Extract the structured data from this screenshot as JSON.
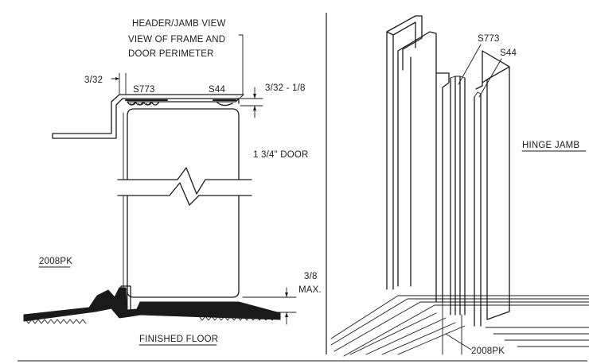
{
  "left_view": {
    "title_line1": "HEADER/JAMB VIEW",
    "title_line2": "VIEW OF FRAME AND",
    "title_line3": "DOOR PERIMETER",
    "gap_label": "3/32",
    "seal_label_1": "S773",
    "seal_label_2": "S44",
    "seal_gap_label": "3/32 - 1/8",
    "door_label": "1 3/4\" DOOR",
    "threshold_label": "2008PK",
    "bottom_gap_line1": "3/8",
    "bottom_gap_line2": "MAX.",
    "floor_label": "FINISHED FLOOR"
  },
  "right_view": {
    "seal_label_1": "S773",
    "seal_label_2": "S44",
    "jamb_label": "HINGE JAMB",
    "threshold_label": "2008PK"
  }
}
